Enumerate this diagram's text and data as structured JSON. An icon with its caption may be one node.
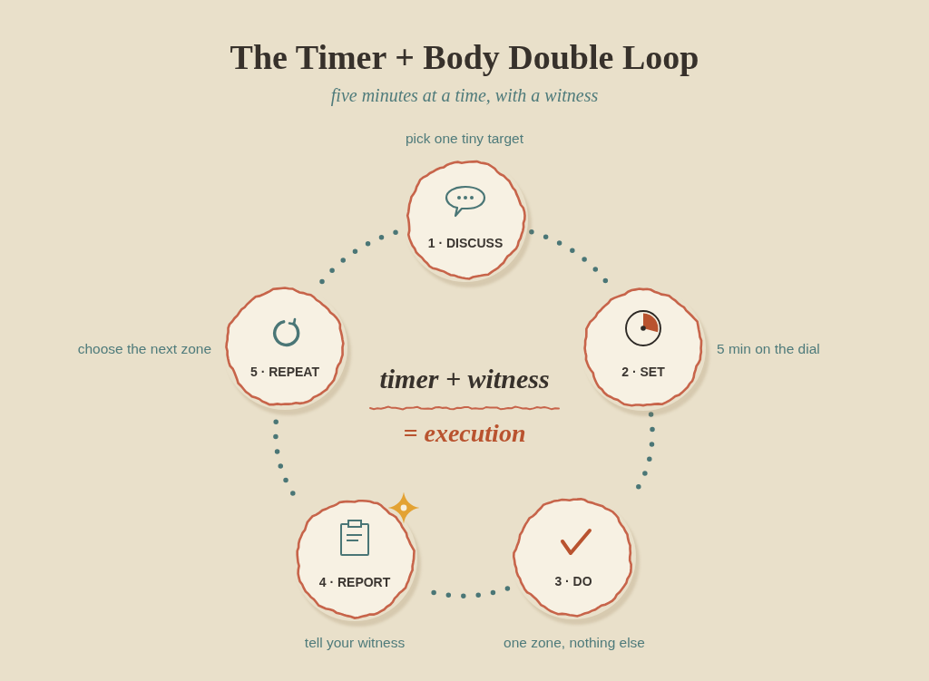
{
  "diagram": {
    "title": "The Timer + Body Double Loop",
    "nodes": [
      {
        "text": [
          "1 · DISCUSS"
        ],
        "beside": [
          "pick one tiny target"
        ]
      },
      {
        "text": [
          "2 · SET"
        ],
        "beside": [
          "5 min on the dial"
        ]
      },
      {
        "text": [
          "3 · DO"
        ],
        "beside": [
          "one zone, nothing else"
        ]
      },
      {
        "text": [
          "4 · REPORT"
        ],
        "beside": [
          "tell your witness"
        ]
      },
      {
        "text": [
          "5 · REPEAT"
        ],
        "beside": [
          "choose the next zone"
        ]
      }
    ],
    "edges": [
      {
        "from": 0,
        "to": 1,
        "arrow": "none"
      },
      {
        "from": 1,
        "to": 2,
        "arrow": "none"
      },
      {
        "from": 2,
        "to": 3,
        "arrow": "none"
      },
      {
        "from": 3,
        "to": 4,
        "arrow": "none"
      },
      {
        "from": 4,
        "to": 0,
        "arrow": "none"
      }
    ],
    "labels": [
      "five minutes at a time, with a witness",
      "timer + witness",
      "= execution"
    ]
  }
}
